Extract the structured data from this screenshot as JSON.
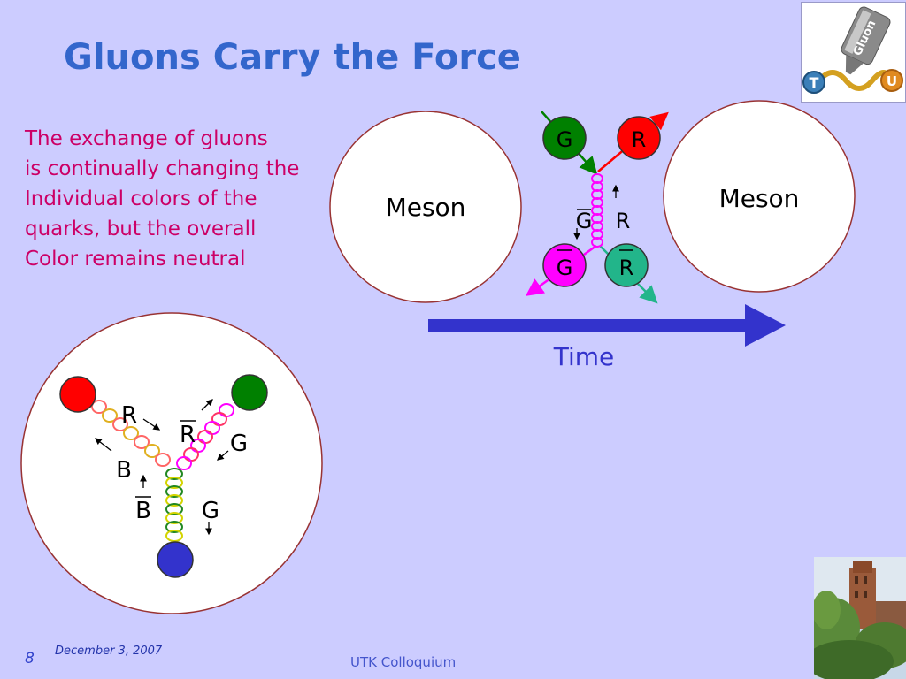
{
  "slide": {
    "title": "Gluons Carry the Force",
    "description": [
      "The exchange of gluons",
      "is continually changing the",
      "Individual colors of the",
      "quarks, but the overall",
      "Color remains neutral"
    ]
  },
  "logo": {
    "text": "Gluon"
  },
  "diagram": {
    "meson_left": "Meson",
    "meson_right": "Meson",
    "top_quarks": {
      "upper_left": "G",
      "upper_right": "R",
      "lower_left": "G",
      "lower_right": "R"
    },
    "gluon_labels": {
      "left": "G",
      "right": "R"
    },
    "time_label": "Time",
    "baryon_labels": {
      "r_top": "R",
      "r_mid": "R",
      "g_right": "G",
      "b_left": "B",
      "b_low": "B",
      "g_low": "G"
    }
  },
  "colors": {
    "background": "#ccccff",
    "title": "#3366cc",
    "text": "#cc0066",
    "red": "#ff0000",
    "green": "#008000",
    "blue": "#3333cc",
    "magenta": "#ff00ff",
    "teal": "#22b58a",
    "arrow": "#3333cc"
  },
  "footer": {
    "page": "8",
    "date": "December 3, 2007",
    "center": "UTK Colloquium"
  }
}
